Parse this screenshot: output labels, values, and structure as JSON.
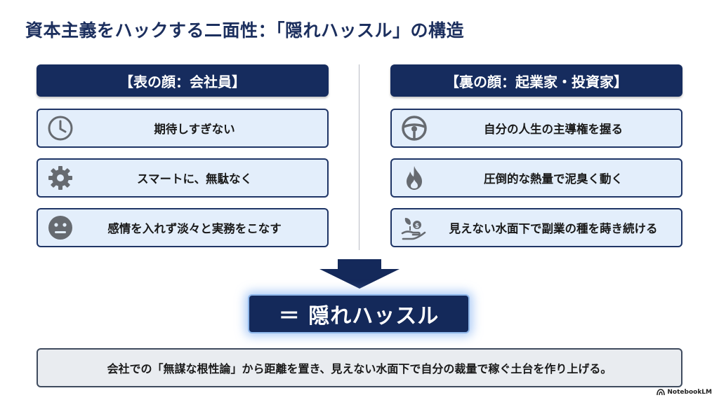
{
  "title": "資本主義をハックする二面性：「隠れハッスル」の構造",
  "left": {
    "header": "【表の顔：会社員】",
    "items": [
      {
        "icon": "clock-icon",
        "label": "期待しすぎない"
      },
      {
        "icon": "gear-icon",
        "label": "スマートに、無駄なく"
      },
      {
        "icon": "neutral-face-icon",
        "label": "感情を入れず淡々と実務をこなす"
      }
    ]
  },
  "right": {
    "header": "【裏の顔：起業家・投資家】",
    "items": [
      {
        "icon": "steering-wheel-icon",
        "label": "自分の人生の主導権を握る"
      },
      {
        "icon": "flame-icon",
        "label": "圧倒的な熱量で泥臭く動く"
      },
      {
        "icon": "seedling-coin-icon",
        "label": "見えない水面下で副業の種を蒔き続ける"
      }
    ]
  },
  "result": "＝ 隠れハッスル",
  "summary": "会社での「無謀な根性論」から距離を置き、見えない水面下で自分の裁量で稼ぐ土台を作り上げる。",
  "brand": "NotebookLM",
  "colors": {
    "navy": "#162c5e",
    "item_bg": "#e3eefb",
    "icon_gray": "#666a70",
    "summary_bg": "#e9ecf0"
  }
}
